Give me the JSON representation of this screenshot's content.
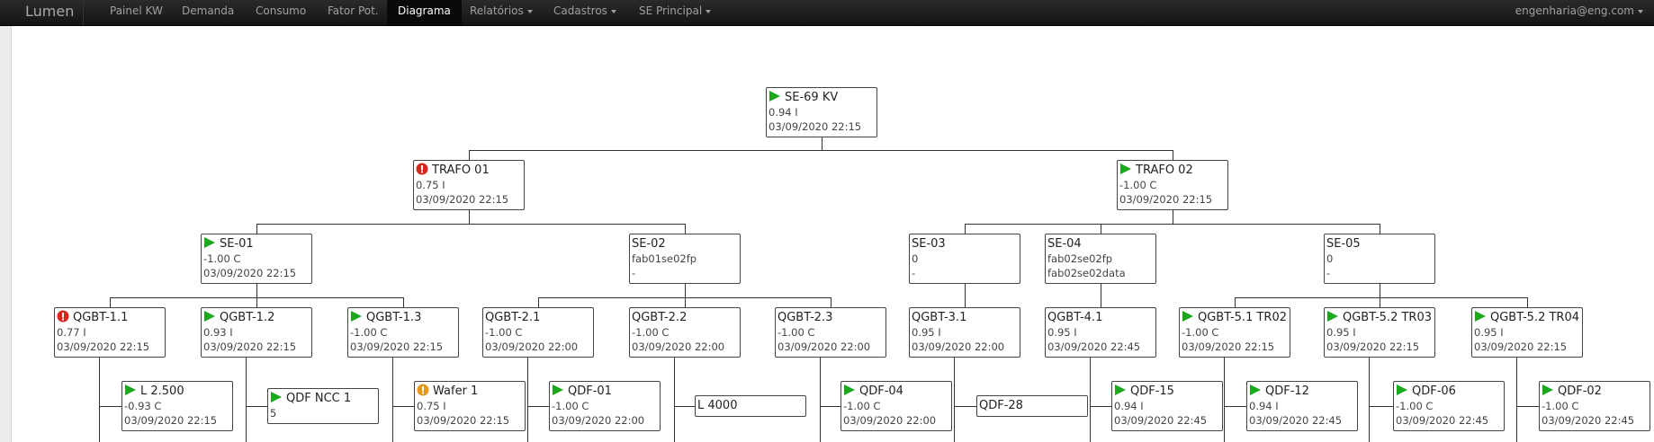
{
  "app": {
    "brand": "Lumen",
    "user": "engenharia@eng.com"
  },
  "nav": [
    {
      "label": "Painel KW",
      "dropdown": false,
      "active": false
    },
    {
      "label": "Demanda",
      "dropdown": false,
      "active": false
    },
    {
      "label": "Consumo",
      "dropdown": false,
      "active": false
    },
    {
      "label": "Fator Pot.",
      "dropdown": false,
      "active": false
    },
    {
      "label": "Diagrama",
      "dropdown": false,
      "active": true
    },
    {
      "label": "Relatórios",
      "dropdown": true,
      "active": false
    },
    {
      "label": "Cadastros",
      "dropdown": true,
      "active": false
    },
    {
      "label": "SE Principal",
      "dropdown": true,
      "active": false
    }
  ],
  "colors": {
    "ok": "#1ca81c",
    "error": "#d9261c",
    "warning": "#e39a19"
  },
  "nodes": {
    "se69": {
      "title": "SE-69 KV",
      "status": "ok",
      "line1": "0.94 I",
      "line2": "03/09/2020 22:15"
    },
    "trafo01": {
      "title": "TRAFO 01",
      "status": "error",
      "line1": "0.75 I",
      "line2": "03/09/2020 22:15"
    },
    "trafo02": {
      "title": "TRAFO 02",
      "status": "ok",
      "line1": "-1.00 C",
      "line2": "03/09/2020 22:15"
    },
    "se01": {
      "title": "SE-01",
      "status": "ok",
      "line1": "-1.00 C",
      "line2": "03/09/2020 22:15"
    },
    "se02": {
      "title": "SE-02",
      "status": "none",
      "line1": "fab01se02fp",
      "line2": "-"
    },
    "se03": {
      "title": "SE-03",
      "status": "none",
      "line1": "0",
      "line2": "-"
    },
    "se04": {
      "title": "SE-04",
      "status": "none",
      "line1": "fab02se02fp",
      "line2": "fab02se02data"
    },
    "se05": {
      "title": "SE-05",
      "status": "none",
      "line1": "0",
      "line2": "-"
    },
    "qgbt11": {
      "title": "QGBT-1.1",
      "status": "error",
      "line1": "0.77 I",
      "line2": "03/09/2020 22:15"
    },
    "qgbt12": {
      "title": "QGBT-1.2",
      "status": "ok",
      "line1": "0.93 I",
      "line2": "03/09/2020 22:15"
    },
    "qgbt13": {
      "title": "QGBT-1.3",
      "status": "ok",
      "line1": "-1.00 C",
      "line2": "03/09/2020 22:15"
    },
    "qgbt21": {
      "title": "QGBT-2.1",
      "status": "none",
      "line1": "-1.00 C",
      "line2": "03/09/2020 22:00"
    },
    "qgbt22": {
      "title": "QGBT-2.2",
      "status": "none",
      "line1": "-1.00 C",
      "line2": "03/09/2020 22:00"
    },
    "qgbt23": {
      "title": "QGBT-2.3",
      "status": "none",
      "line1": "-1.00 C",
      "line2": "03/09/2020 22:00"
    },
    "qgbt31": {
      "title": "QGBT-3.1",
      "status": "none",
      "line1": "0.95 I",
      "line2": "03/09/2020 22:00"
    },
    "qgbt41": {
      "title": "QGBT-4.1",
      "status": "none",
      "line1": "0.95 I",
      "line2": "03/09/2020 22:45"
    },
    "qgbt51": {
      "title": "QGBT-5.1 TR02",
      "status": "ok",
      "line1": "-1.00 C",
      "line2": "03/09/2020 22:15"
    },
    "qgbt52a": {
      "title": "QGBT-5.2 TR03",
      "status": "ok",
      "line1": "0.95 I",
      "line2": "03/09/2020 22:15"
    },
    "qgbt52b": {
      "title": "QGBT-5.2 TR04",
      "status": "ok",
      "line1": "0.95 I",
      "line2": "03/09/2020 22:15"
    },
    "l2500": {
      "title": "L 2.500",
      "status": "ok",
      "line1": "-0.93 C",
      "line2": "03/09/2020 22:15"
    },
    "qdfncc1": {
      "title": "QDF NCC 1",
      "status": "ok",
      "line1": "5",
      "line2": ""
    },
    "wafer1": {
      "title": "Wafer 1",
      "status": "warning",
      "line1": "0.75 I",
      "line2": "03/09/2020 22:15"
    },
    "qdf01": {
      "title": "QDF-01",
      "status": "ok",
      "line1": "-1.00 C",
      "line2": "03/09/2020 22:00"
    },
    "l4000": {
      "title": "L 4000",
      "status": "none",
      "line1": "",
      "line2": ""
    },
    "qdf04": {
      "title": "QDF-04",
      "status": "ok",
      "line1": "-1.00 C",
      "line2": "03/09/2020 22:00"
    },
    "qdf28": {
      "title": "QDF-28",
      "status": "none",
      "line1": "",
      "line2": ""
    },
    "qdf15": {
      "title": "QDF-15",
      "status": "ok",
      "line1": "0.94 I",
      "line2": "03/09/2020 22:45"
    },
    "qdf12": {
      "title": "QDF-12",
      "status": "ok",
      "line1": "0.94 I",
      "line2": "03/09/2020 22:45"
    },
    "qdf06": {
      "title": "QDF-06",
      "status": "ok",
      "line1": "-1.00 C",
      "line2": "03/09/2020 22:45"
    },
    "qdf02": {
      "title": "QDF-02",
      "status": "ok",
      "line1": "-1.00 C",
      "line2": "03/09/2020 22:45"
    }
  }
}
